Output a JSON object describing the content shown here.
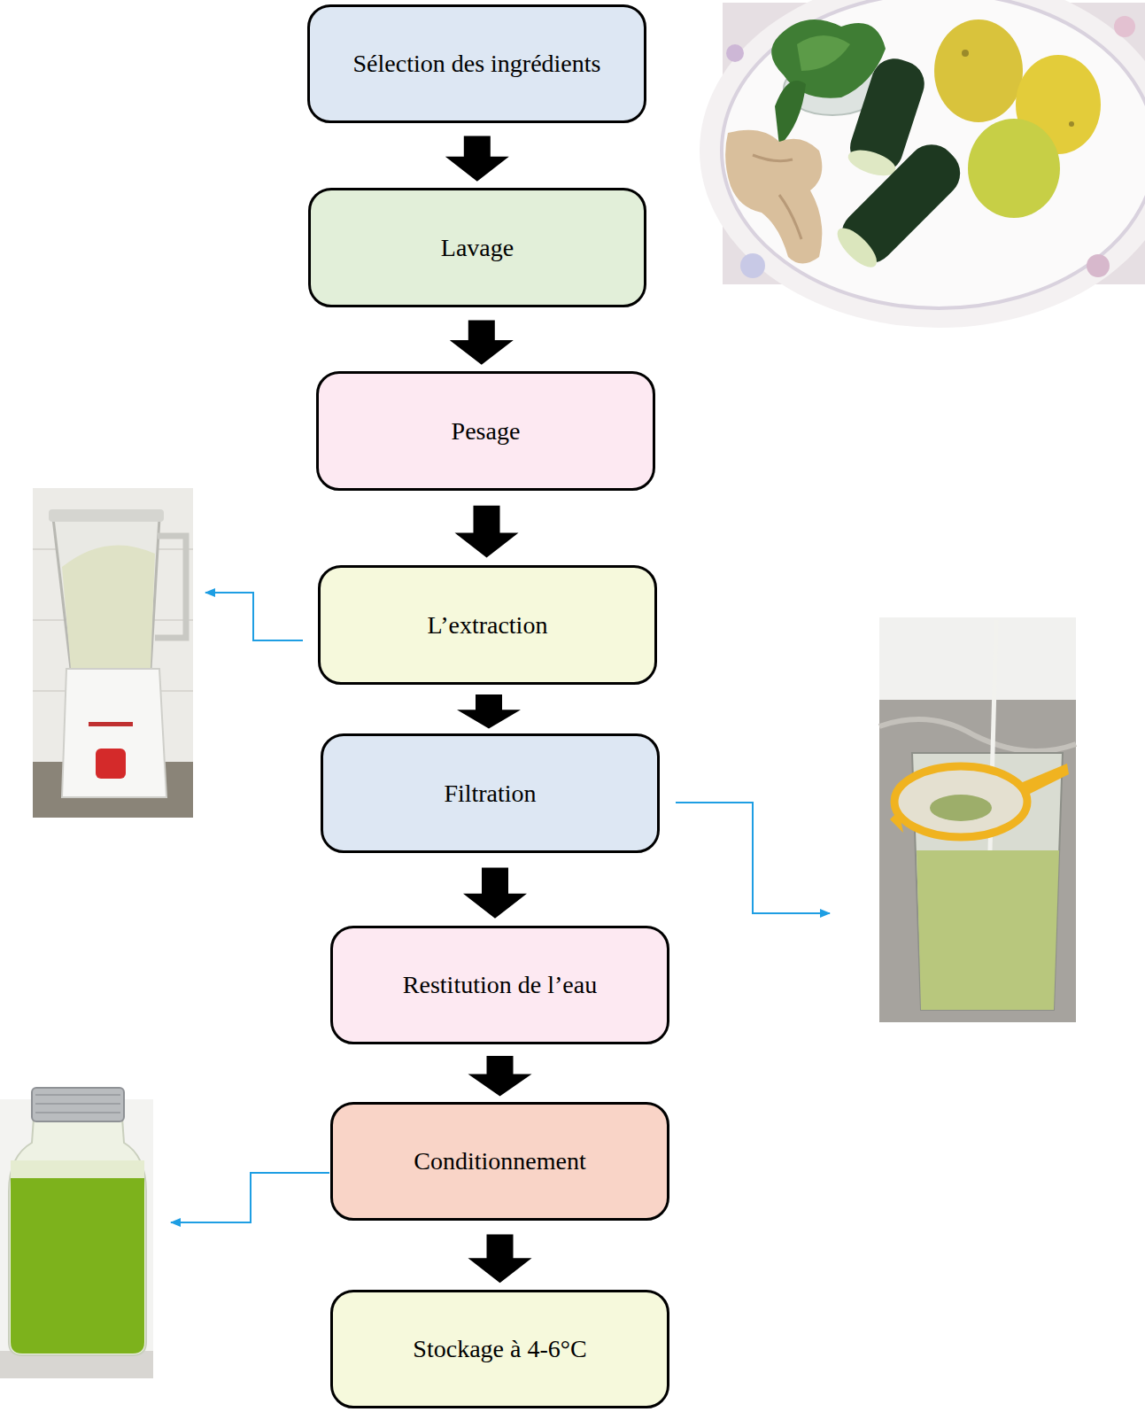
{
  "diagram": {
    "nodes": [
      {
        "text": [
          "Sélection des ingrédients"
        ]
      },
      {
        "text": [
          "Lavage"
        ]
      },
      {
        "text": [
          "Pesage"
        ]
      },
      {
        "text": [
          "L’extraction"
        ]
      },
      {
        "text": [
          "Filtration"
        ]
      },
      {
        "text": [
          "Restitution de l’eau"
        ]
      },
      {
        "text": [
          "Conditionnement"
        ]
      },
      {
        "text": [
          "Stockage à 4-6°C"
        ]
      }
    ],
    "edges": [
      {
        "from": 0,
        "to": 1,
        "arrow": "to"
      },
      {
        "from": 1,
        "to": 2,
        "arrow": "to"
      },
      {
        "from": 2,
        "to": 3,
        "arrow": "to"
      },
      {
        "from": 3,
        "to": 4,
        "arrow": "to"
      },
      {
        "from": 4,
        "to": 5,
        "arrow": "to"
      },
      {
        "from": 5,
        "to": 6,
        "arrow": "to"
      },
      {
        "from": 6,
        "to": 7,
        "arrow": "to"
      }
    ]
  }
}
